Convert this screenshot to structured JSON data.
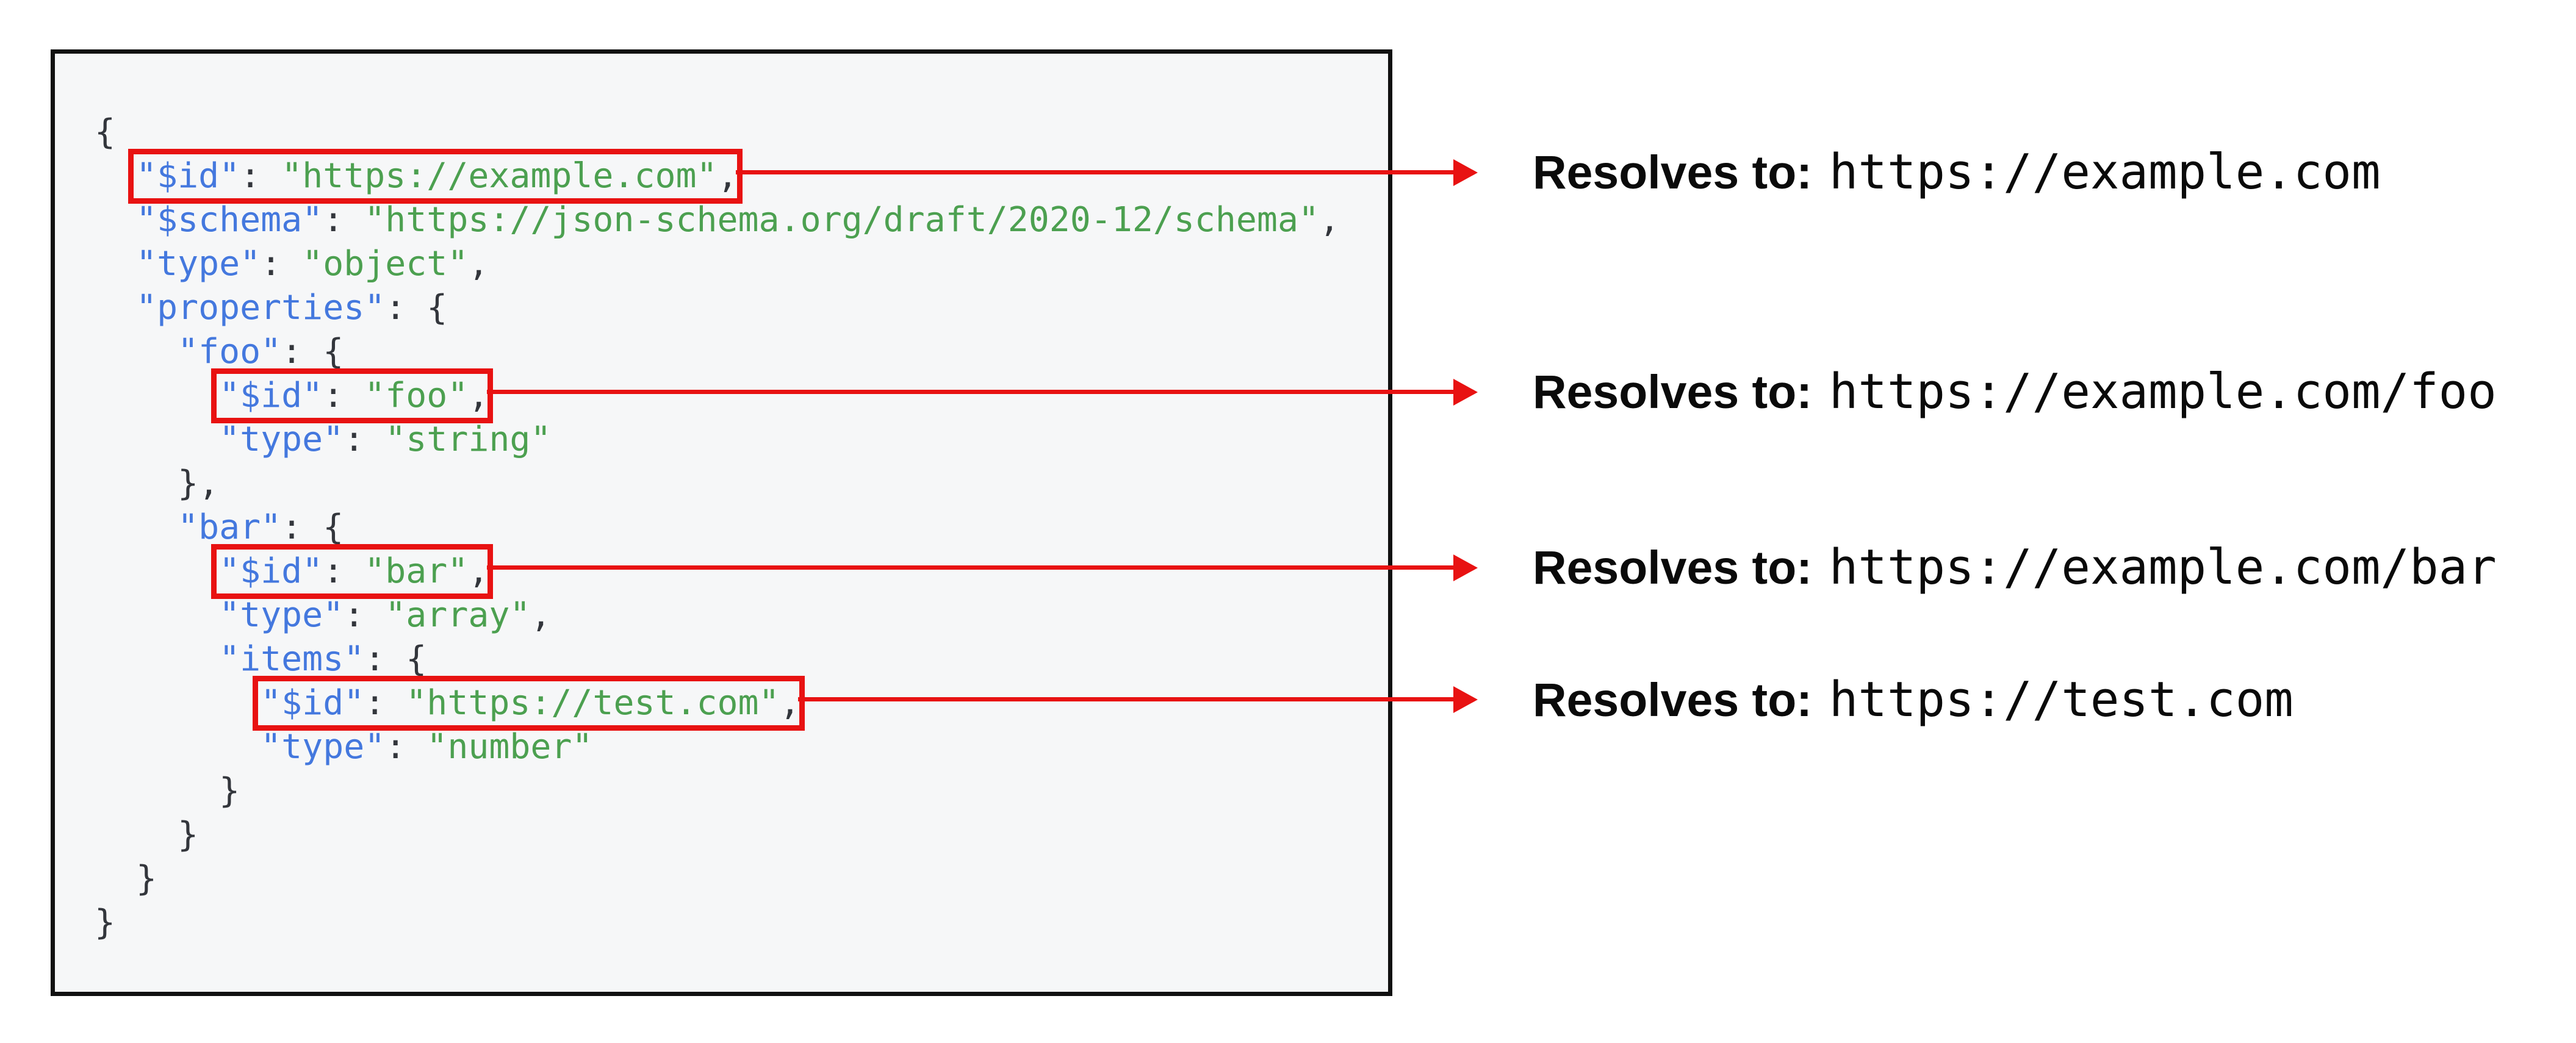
{
  "colors": {
    "red": "#e81212",
    "key": "#4478de",
    "string": "#4ca050",
    "punctuation": "#33363c",
    "panel_background": "#f6f7f8",
    "panel_border": "#111111"
  },
  "code": {
    "language": "json",
    "lines": [
      {
        "indent": "",
        "boxed": false,
        "tokens": [
          {
            "type": "punct",
            "text": "{"
          }
        ]
      },
      {
        "indent": "  ",
        "boxed": true,
        "tokens": [
          {
            "type": "key",
            "text": "\"$id\""
          },
          {
            "type": "punct",
            "text": ": "
          },
          {
            "type": "string",
            "text": "\"https://example.com\""
          },
          {
            "type": "punct",
            "text": ","
          }
        ]
      },
      {
        "indent": "  ",
        "boxed": false,
        "tokens": [
          {
            "type": "key",
            "text": "\"$schema\""
          },
          {
            "type": "punct",
            "text": ": "
          },
          {
            "type": "string",
            "text": "\"https://json-schema.org/draft/2020-12/schema\""
          },
          {
            "type": "punct",
            "text": ","
          }
        ]
      },
      {
        "indent": "  ",
        "boxed": false,
        "tokens": [
          {
            "type": "key",
            "text": "\"type\""
          },
          {
            "type": "punct",
            "text": ": "
          },
          {
            "type": "string",
            "text": "\"object\""
          },
          {
            "type": "punct",
            "text": ","
          }
        ]
      },
      {
        "indent": "  ",
        "boxed": false,
        "tokens": [
          {
            "type": "key",
            "text": "\"properties\""
          },
          {
            "type": "punct",
            "text": ": {"
          }
        ]
      },
      {
        "indent": "    ",
        "boxed": false,
        "tokens": [
          {
            "type": "key",
            "text": "\"foo\""
          },
          {
            "type": "punct",
            "text": ": {"
          }
        ]
      },
      {
        "indent": "      ",
        "boxed": true,
        "tokens": [
          {
            "type": "key",
            "text": "\"$id\""
          },
          {
            "type": "punct",
            "text": ": "
          },
          {
            "type": "string",
            "text": "\"foo\""
          },
          {
            "type": "punct",
            "text": ","
          }
        ]
      },
      {
        "indent": "      ",
        "boxed": false,
        "tokens": [
          {
            "type": "key",
            "text": "\"type\""
          },
          {
            "type": "punct",
            "text": ": "
          },
          {
            "type": "string",
            "text": "\"string\""
          }
        ]
      },
      {
        "indent": "    ",
        "boxed": false,
        "tokens": [
          {
            "type": "punct",
            "text": "},"
          }
        ]
      },
      {
        "indent": "    ",
        "boxed": false,
        "tokens": [
          {
            "type": "key",
            "text": "\"bar\""
          },
          {
            "type": "punct",
            "text": ": {"
          }
        ]
      },
      {
        "indent": "      ",
        "boxed": true,
        "tokens": [
          {
            "type": "key",
            "text": "\"$id\""
          },
          {
            "type": "punct",
            "text": ": "
          },
          {
            "type": "string",
            "text": "\"bar\""
          },
          {
            "type": "punct",
            "text": ","
          }
        ]
      },
      {
        "indent": "      ",
        "boxed": false,
        "tokens": [
          {
            "type": "key",
            "text": "\"type\""
          },
          {
            "type": "punct",
            "text": ": "
          },
          {
            "type": "string",
            "text": "\"array\""
          },
          {
            "type": "punct",
            "text": ","
          }
        ]
      },
      {
        "indent": "      ",
        "boxed": false,
        "tokens": [
          {
            "type": "key",
            "text": "\"items\""
          },
          {
            "type": "punct",
            "text": ": {"
          }
        ]
      },
      {
        "indent": "        ",
        "boxed": true,
        "tokens": [
          {
            "type": "key",
            "text": "\"$id\""
          },
          {
            "type": "punct",
            "text": ": "
          },
          {
            "type": "string",
            "text": "\"https://test.com\""
          },
          {
            "type": "punct",
            "text": ","
          }
        ]
      },
      {
        "indent": "        ",
        "boxed": false,
        "tokens": [
          {
            "type": "key",
            "text": "\"type\""
          },
          {
            "type": "punct",
            "text": ": "
          },
          {
            "type": "string",
            "text": "\"number\""
          }
        ]
      },
      {
        "indent": "      ",
        "boxed": false,
        "tokens": [
          {
            "type": "punct",
            "text": "}"
          }
        ]
      },
      {
        "indent": "    ",
        "boxed": false,
        "tokens": [
          {
            "type": "punct",
            "text": "}"
          }
        ]
      },
      {
        "indent": "  ",
        "boxed": false,
        "tokens": [
          {
            "type": "punct",
            "text": "}"
          }
        ]
      },
      {
        "indent": "",
        "boxed": false,
        "tokens": [
          {
            "type": "punct",
            "text": "}"
          }
        ]
      }
    ]
  },
  "annotations": [
    {
      "label": "Resolves to:",
      "value": "https://example.com"
    },
    {
      "label": "Resolves to:",
      "value": "https://example.com/foo"
    },
    {
      "label": "Resolves to:",
      "value": "https://example.com/bar"
    },
    {
      "label": "Resolves to:",
      "value": "https://test.com"
    }
  ]
}
